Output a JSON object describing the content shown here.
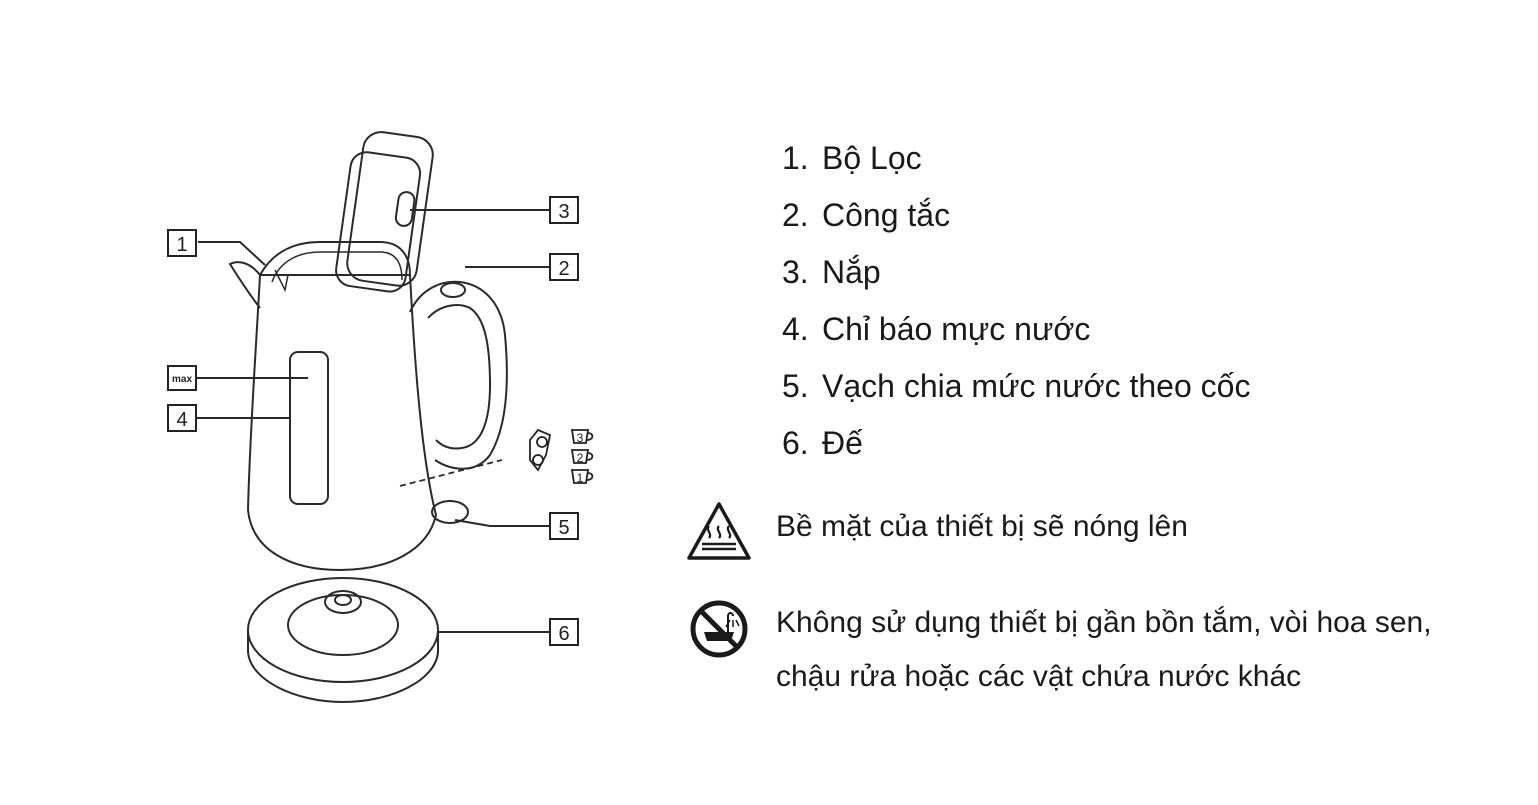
{
  "diagram": {
    "callouts": [
      "1",
      "2",
      "3",
      "4",
      "5",
      "6"
    ],
    "max_label": "max",
    "cup_marks": [
      "3",
      "2",
      "1"
    ]
  },
  "parts": [
    {
      "num": "1.",
      "label": "Bộ Lọc"
    },
    {
      "num": "2.",
      "label": "Công tắc"
    },
    {
      "num": "3.",
      "label": "Nắp"
    },
    {
      "num": "4.",
      "label": "Chỉ báo mực nước"
    },
    {
      "num": "5.",
      "label": "Vạch chia mức nước theo cốc"
    },
    {
      "num": "6.",
      "label": "Đế"
    }
  ],
  "warnings": [
    {
      "icon": "hot-surface-warning-icon",
      "text": "Bề mặt của thiết bị sẽ nóng lên"
    },
    {
      "icon": "no-water-proximity-icon",
      "text": "Không sử dụng thiết bị gần bồn tắm, vòi hoa sen, chậu rửa hoặc các vật chứa nước khác"
    }
  ]
}
